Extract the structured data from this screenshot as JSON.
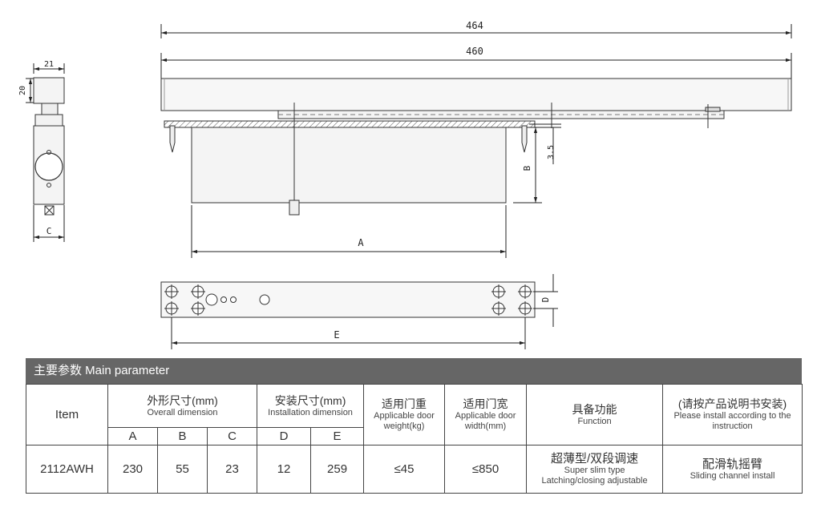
{
  "drawing": {
    "dim_total_length": "464",
    "dim_body_length": "460",
    "dim_height_21": "21",
    "dim_height_20": "20",
    "dim_small": "3.5",
    "letter_a": "A",
    "letter_b": "B",
    "letter_c": "C",
    "letter_d": "D",
    "letter_e": "E"
  },
  "table": {
    "header": "主要参数 Main parameter",
    "col_item": "Item",
    "col_overall_cn": "外形尺寸(mm)",
    "col_overall_en": "Overall dimension",
    "col_install_cn": "安装尺寸(mm)",
    "col_install_en": "Installation dimension",
    "col_weight_cn": "适用门重",
    "col_weight_en": "Applicable door weight(kg)",
    "col_width_cn": "适用门宽",
    "col_width_en": "Applicable door width(mm)",
    "col_function_cn": "具备功能",
    "col_function_en": "Function",
    "col_note_cn": "(请按产品说明书安装)",
    "col_note_en": "Please install according to the instruction",
    "sub_a": "A",
    "sub_b": "B",
    "sub_c": "C",
    "sub_d": "D",
    "sub_e": "E",
    "row": {
      "item": "2112AWH",
      "a": "230",
      "b": "55",
      "c": "23",
      "d": "12",
      "e": "259",
      "weight": "≤45",
      "width": "≤850",
      "function_cn": "超薄型/双段调速",
      "function_en1": "Super slim type",
      "function_en2": "Latching/closing adjustable",
      "install_cn": "配滑轨摇臂",
      "install_en": "Sliding channel install"
    }
  }
}
